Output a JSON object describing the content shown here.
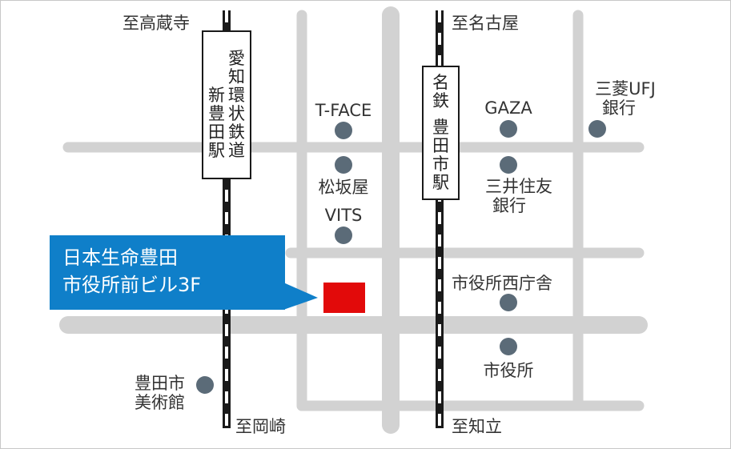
{
  "colors": {
    "road": "#d2d2d2",
    "callout": "#0f7fc9",
    "target_marker": "#e20a0a",
    "landmark_dot": "#5b6b78",
    "rail": "#1a1a1a"
  },
  "directions": {
    "north_aichi_loop": "至高蔵寺",
    "north_meitetsu": "至名古屋",
    "south_aichi_loop": "至岡崎",
    "south_meitetsu": "至知立"
  },
  "stations": {
    "aichi_loop": [
      "愛",
      "知",
      "環",
      "状",
      "鉄",
      "道",
      "新",
      "豊",
      "田",
      "駅"
    ],
    "aichi_loop_col1": [
      "愛",
      "知",
      "環",
      "状",
      "鉄",
      "道"
    ],
    "aichi_loop_col2": [
      "新",
      "豊",
      "田",
      "駅"
    ],
    "meitetsu_col1": [
      "名",
      "鉄"
    ],
    "meitetsu_col2": [
      "豊",
      "田",
      "市",
      "駅"
    ]
  },
  "landmarks": {
    "tface": "T-FACE",
    "gaza": "GAZA",
    "mufg_line1": "三菱UFJ",
    "mufg_line2": "銀行",
    "matsuzakaya": "松坂屋",
    "smbc_line1": "三井住友",
    "smbc_line2": "銀行",
    "vits": "VITS",
    "city_hall_annex": "市役所西庁舎",
    "city_hall": "市役所",
    "museum_line1": "豊田市",
    "museum_line2": "美術館"
  },
  "callout": {
    "line1": "日本生命豊田",
    "line2": "市役所前ビル3F"
  }
}
